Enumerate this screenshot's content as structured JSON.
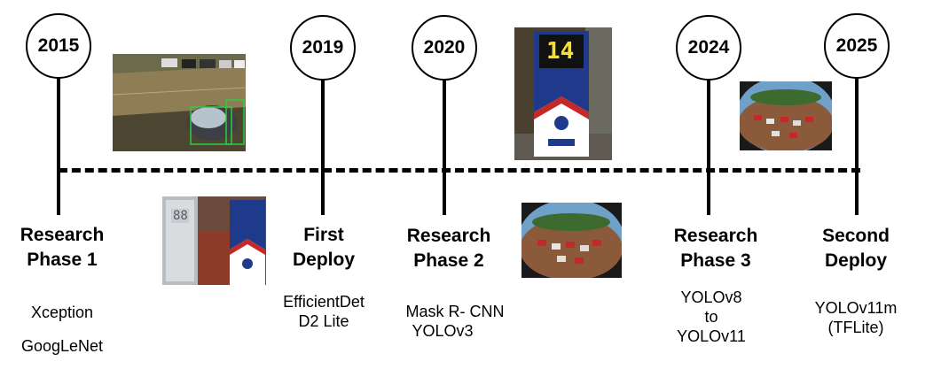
{
  "timeline": [
    {
      "year": "2015",
      "phase_line1": "Research",
      "phase_line2": "Phase 1",
      "models": [
        "Xception",
        "GoogLeNet"
      ]
    },
    {
      "year": "2019",
      "phase_line1": "First",
      "phase_line2": "Deploy",
      "models": [
        "EfficientDet",
        "D2 Lite"
      ]
    },
    {
      "year": "2020",
      "phase_line1": "Research",
      "phase_line2": "Phase 2",
      "models": [
        "Mask R- CNN",
        "YOLOv3"
      ]
    },
    {
      "year": "2024",
      "phase_line1": "Research",
      "phase_line2": "Phase 3",
      "models": [
        "YOLOv8",
        "to",
        "YOLOv11"
      ]
    },
    {
      "year": "2025",
      "phase_line1": "Second",
      "phase_line2": "Deploy",
      "models": [
        "YOLOv11m",
        "(TFLite)"
      ]
    }
  ],
  "signage": {
    "counter_2019": "88",
    "counter_2020": "14"
  },
  "colors": {
    "line": "#000000",
    "background": "#ffffff",
    "sign_blue": "#1f3a8a",
    "sign_red": "#c62828",
    "detection_box": "#2ecc40"
  }
}
